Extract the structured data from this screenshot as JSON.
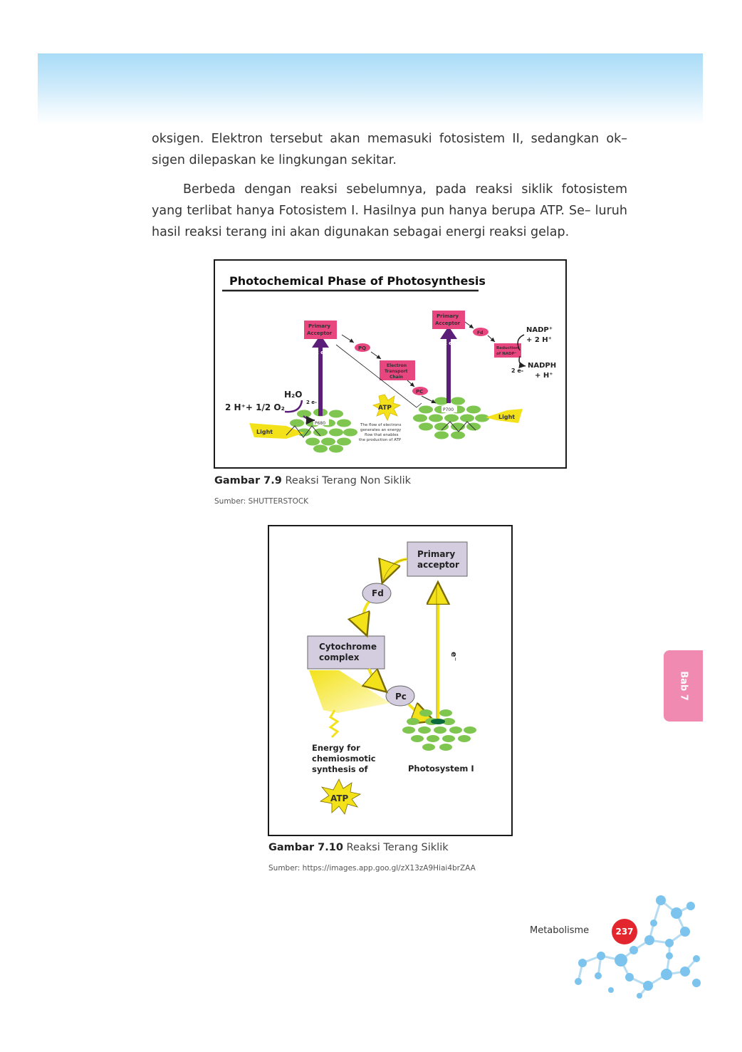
{
  "page": {
    "paragraph1": "oksigen. Elektron tersebut akan memasuki fotosistem II, sedangkan ok– sigen dilepaskan ke lingkungan sekitar.",
    "paragraph2": "Berbeda dengan reaksi sebelumnya, pada reaksi siklik fotosistem yang terlibat hanya Fotosistem I. Hasilnya pun hanya berupa ATP. Se– luruh hasil reaksi terang ini akan digunakan sebagai energi reaksi gelap."
  },
  "figure1": {
    "title": "Photochemical Phase of Photosynthesis",
    "primary_acceptor_1": [
      "Primary",
      "Acceptor"
    ],
    "primary_acceptor_2": [
      "Primary",
      "Acceptor"
    ],
    "pq": "PQ",
    "fd": "Fd",
    "pc": "PC",
    "etc": [
      "Electron",
      "Transport",
      "Chain"
    ],
    "nadp_reductase": [
      "Reduction",
      "of NADP⁺"
    ],
    "nadp_plus": "NADP⁺",
    "plus_2h": "+ 2 H⁺",
    "nadph": "NADPH",
    "plus_h": "+ H⁺",
    "two_e": "2 e-",
    "h2o": "H₂O",
    "split": "2 H⁺+ 1/2 O₂",
    "atp": "ATP",
    "light": "Light",
    "p680": "P680",
    "p700": "P700",
    "flow_note": [
      "The flow of electrons",
      "generates an energy",
      "flow that enables",
      "the production of ATP"
    ],
    "caption_num": "Gambar 7.9",
    "caption_text": "Reaksi Terang Non Siklik",
    "source": "Sumber: SHUTTERSTOCK"
  },
  "figure2": {
    "primary_acceptor": [
      "Primary",
      "acceptor"
    ],
    "fd": "Fd",
    "cytochrome": [
      "Cytochrome",
      "complex"
    ],
    "pc": "Pc",
    "electron": "e⁻",
    "energy": [
      "Energy for",
      "chemiosmotic",
      "synthesis of"
    ],
    "atp": "ATP",
    "photosystem": "Photosystem I",
    "caption_num": "Gambar 7.10",
    "caption_text": "Reaksi Terang Siklik",
    "source": "Sumber: https://images.app.goo.gl/zX13zA9Hiai4brZAA"
  },
  "footer": {
    "chapter_tab": "Bab 7",
    "section": "Metabolisme",
    "page_number": "237"
  },
  "colors": {
    "header_band": "#a9dcf7",
    "pink_box": "#e8467e",
    "purple_arrow": "#5b1f7a",
    "green_disc": "#7ec650",
    "yellow_light": "#f3e21a",
    "gray_box": "#d4cde0",
    "chapter_tab": "#f08ab0",
    "page_badge": "#e3262d"
  }
}
